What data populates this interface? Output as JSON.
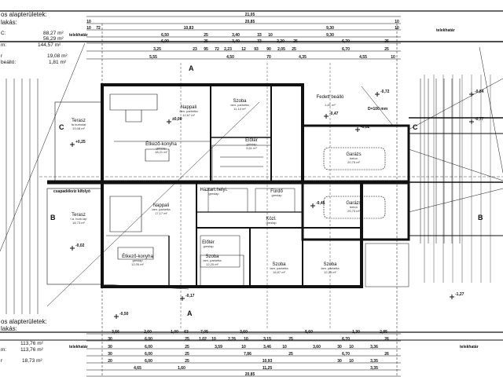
{
  "legend_top": {
    "heading": "os alapterületek:",
    "unit": "lakás:",
    "rows": [
      {
        "label": "C:",
        "value": "88,27 m²"
      },
      {
        "label": "",
        "value": "56,29 m²"
      },
      {
        "label": "m:",
        "value": "144,57 m²"
      },
      {
        "label": "r",
        "value": "19,08 m²"
      },
      {
        "label": "beálló:",
        "value": "1,81 m²"
      }
    ]
  },
  "legend_bottom": {
    "heading": "os alapterületek:",
    "unit": "lakás:",
    "rows": [
      {
        "label": "",
        "value": "113,76 m²"
      },
      {
        "label": "m:",
        "value": "113,76 m²"
      },
      {
        "label": "r",
        "value": "18,73 m²"
      }
    ]
  },
  "annotations": {
    "property_line": "telekhatár",
    "ceiling_beam": "D=100 mm",
    "gutter": "csapadékvíz kifolyó",
    "section_a": "A",
    "section_b": "B",
    "section_c": "C"
  },
  "levels": [
    "±0,00",
    "-0,17",
    "-0,72",
    "-0,84",
    "-0,77",
    "-0,62",
    "-0,47",
    "+0,25",
    "-0,02",
    "-0,45",
    "-0,50",
    "-1,27"
  ],
  "rooms": [
    {
      "id": "nappali-upper",
      "name": "Nappali",
      "floor": "lam. parketta",
      "area": "12,67 m²"
    },
    {
      "id": "szoba-upper",
      "name": "Szoba",
      "floor": "lam. parketta",
      "area": "11,14 m²"
    },
    {
      "id": "etkezo-upper",
      "name": "Étkező-konyha",
      "floor": "greslap",
      "area": "18,21 m²"
    },
    {
      "id": "eloter-upper",
      "name": "Előtér",
      "floor": "greslap",
      "area": "5,61 m²"
    },
    {
      "id": "fedett",
      "name": "Fedett beálló",
      "floor": "",
      "area": "1,81 m²"
    },
    {
      "id": "garazs-1",
      "name": "Garázs",
      "floor": "beton",
      "area": "20,75 m²"
    },
    {
      "id": "garazs-2",
      "name": "Garázs",
      "floor": "beton",
      "area": "20,75 m²"
    },
    {
      "id": "terasz-c",
      "name": "Terasz",
      "floor": "fa burkolat",
      "area": "19,08 m²"
    },
    {
      "id": "terasz-b",
      "name": "Terasz",
      "floor": "f.a. burk.lap",
      "area": "18,73 m²"
    },
    {
      "id": "nappali-lower",
      "name": "Nappali",
      "floor": "lam. parketta",
      "area": "17,17 m²"
    },
    {
      "id": "etkezo-lower",
      "name": "Étkező-konyha",
      "floor": "greslap",
      "area": "12,05 m²"
    },
    {
      "id": "eloter-lower",
      "name": "Előtér",
      "floor": "greslap",
      "area": ""
    },
    {
      "id": "haztartas",
      "name": "Háztart.helyi.",
      "floor": "greslap",
      "area": ""
    },
    {
      "id": "furdo",
      "name": "Fürdő",
      "floor": "greslap",
      "area": ""
    },
    {
      "id": "kozl",
      "name": "Közl.",
      "floor": "greslap",
      "area": ""
    },
    {
      "id": "szoba-l1",
      "name": "Szoba",
      "floor": "lam. parketta",
      "area": "12,25 m²"
    },
    {
      "id": "szoba-l2",
      "name": "Szoba",
      "floor": "lam. parketta",
      "area": "16,87 m²"
    },
    {
      "id": "szoba-l3",
      "name": "Szoba",
      "floor": "lam. parketta",
      "area": "12,23 m²"
    }
  ],
  "dims_top": [
    [
      "21,05"
    ],
    [
      "10",
      "20,85",
      "10"
    ],
    [
      "10",
      "72",
      "10,83",
      "9,30",
      "10"
    ],
    [
      "6,50",
      "25",
      "3,40",
      "33",
      "10",
      "9,30"
    ],
    [
      "6,00",
      "25",
      "3,40",
      "33",
      "2,20",
      "25",
      "6,70",
      "25"
    ],
    [
      "3,25",
      "23",
      "95",
      "72",
      "2,23",
      "12",
      "93",
      "90",
      "2,05",
      "25",
      "6,70",
      "25"
    ],
    [
      "5,55",
      "4,50",
      "70",
      "4,35",
      "4,55",
      "10"
    ]
  ],
  "dims_bottom": [
    [
      "3,56",
      "2,60",
      "1,00",
      "63",
      "7,05",
      "3,60",
      "5,60",
      "1,30",
      "2,85"
    ],
    [
      "30",
      "6,00",
      "25",
      "1,02",
      "10",
      "2,76",
      "10",
      "3,15",
      "25",
      "6,70",
      "26"
    ],
    [
      "30",
      "6,00",
      "25",
      "3,59",
      "10",
      "3,46",
      "10",
      "3,60",
      "30",
      "10",
      "3,36"
    ],
    [
      "30",
      "6,00",
      "25",
      "7,86",
      "25",
      "6,70",
      "26"
    ],
    [
      "20",
      "6,00",
      "25",
      "10,93",
      "30",
      "10",
      "3,35"
    ],
    [
      "4,65",
      "1,60",
      "11,25",
      "3,35"
    ],
    [
      "20,85"
    ]
  ]
}
